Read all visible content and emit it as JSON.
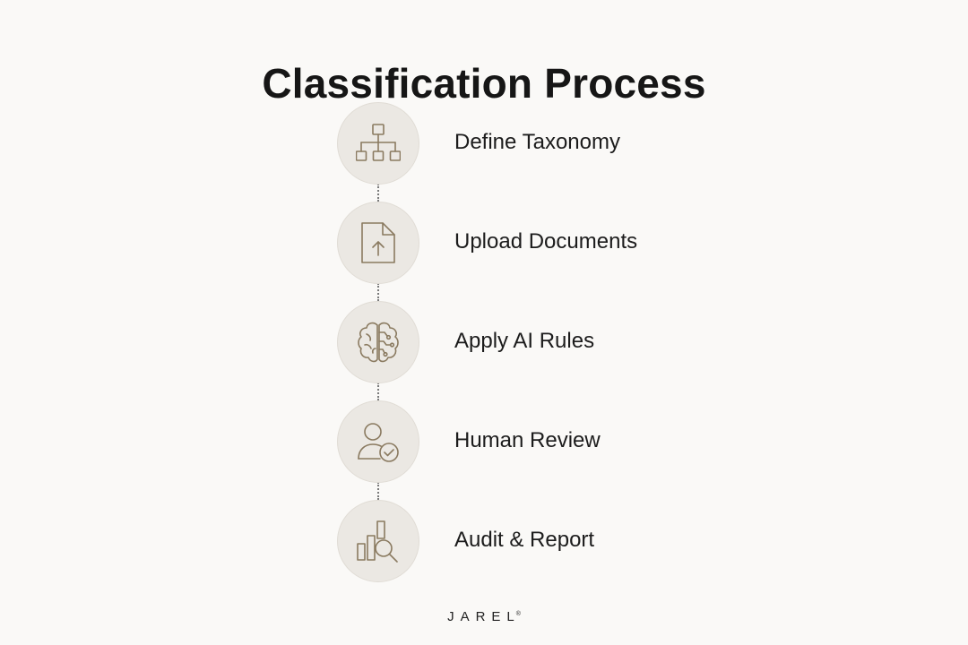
{
  "title": "Classification Process",
  "steps": [
    {
      "label": "Define Taxonomy",
      "icon": "hierarchy-icon"
    },
    {
      "label": "Upload Documents",
      "icon": "document-upload-icon"
    },
    {
      "label": "Apply AI Rules",
      "icon": "brain-circuit-icon"
    },
    {
      "label": "Human Review",
      "icon": "user-check-icon"
    },
    {
      "label": "Audit & Report",
      "icon": "chart-search-icon"
    }
  ],
  "brand": {
    "name": "JAREL",
    "mark": "®"
  },
  "colors": {
    "background": "#faf9f7",
    "circle": "#ebe8e3",
    "icon_stroke": "#8a7a60",
    "text": "#1c1c1c",
    "connector": "#7a7a7a"
  }
}
